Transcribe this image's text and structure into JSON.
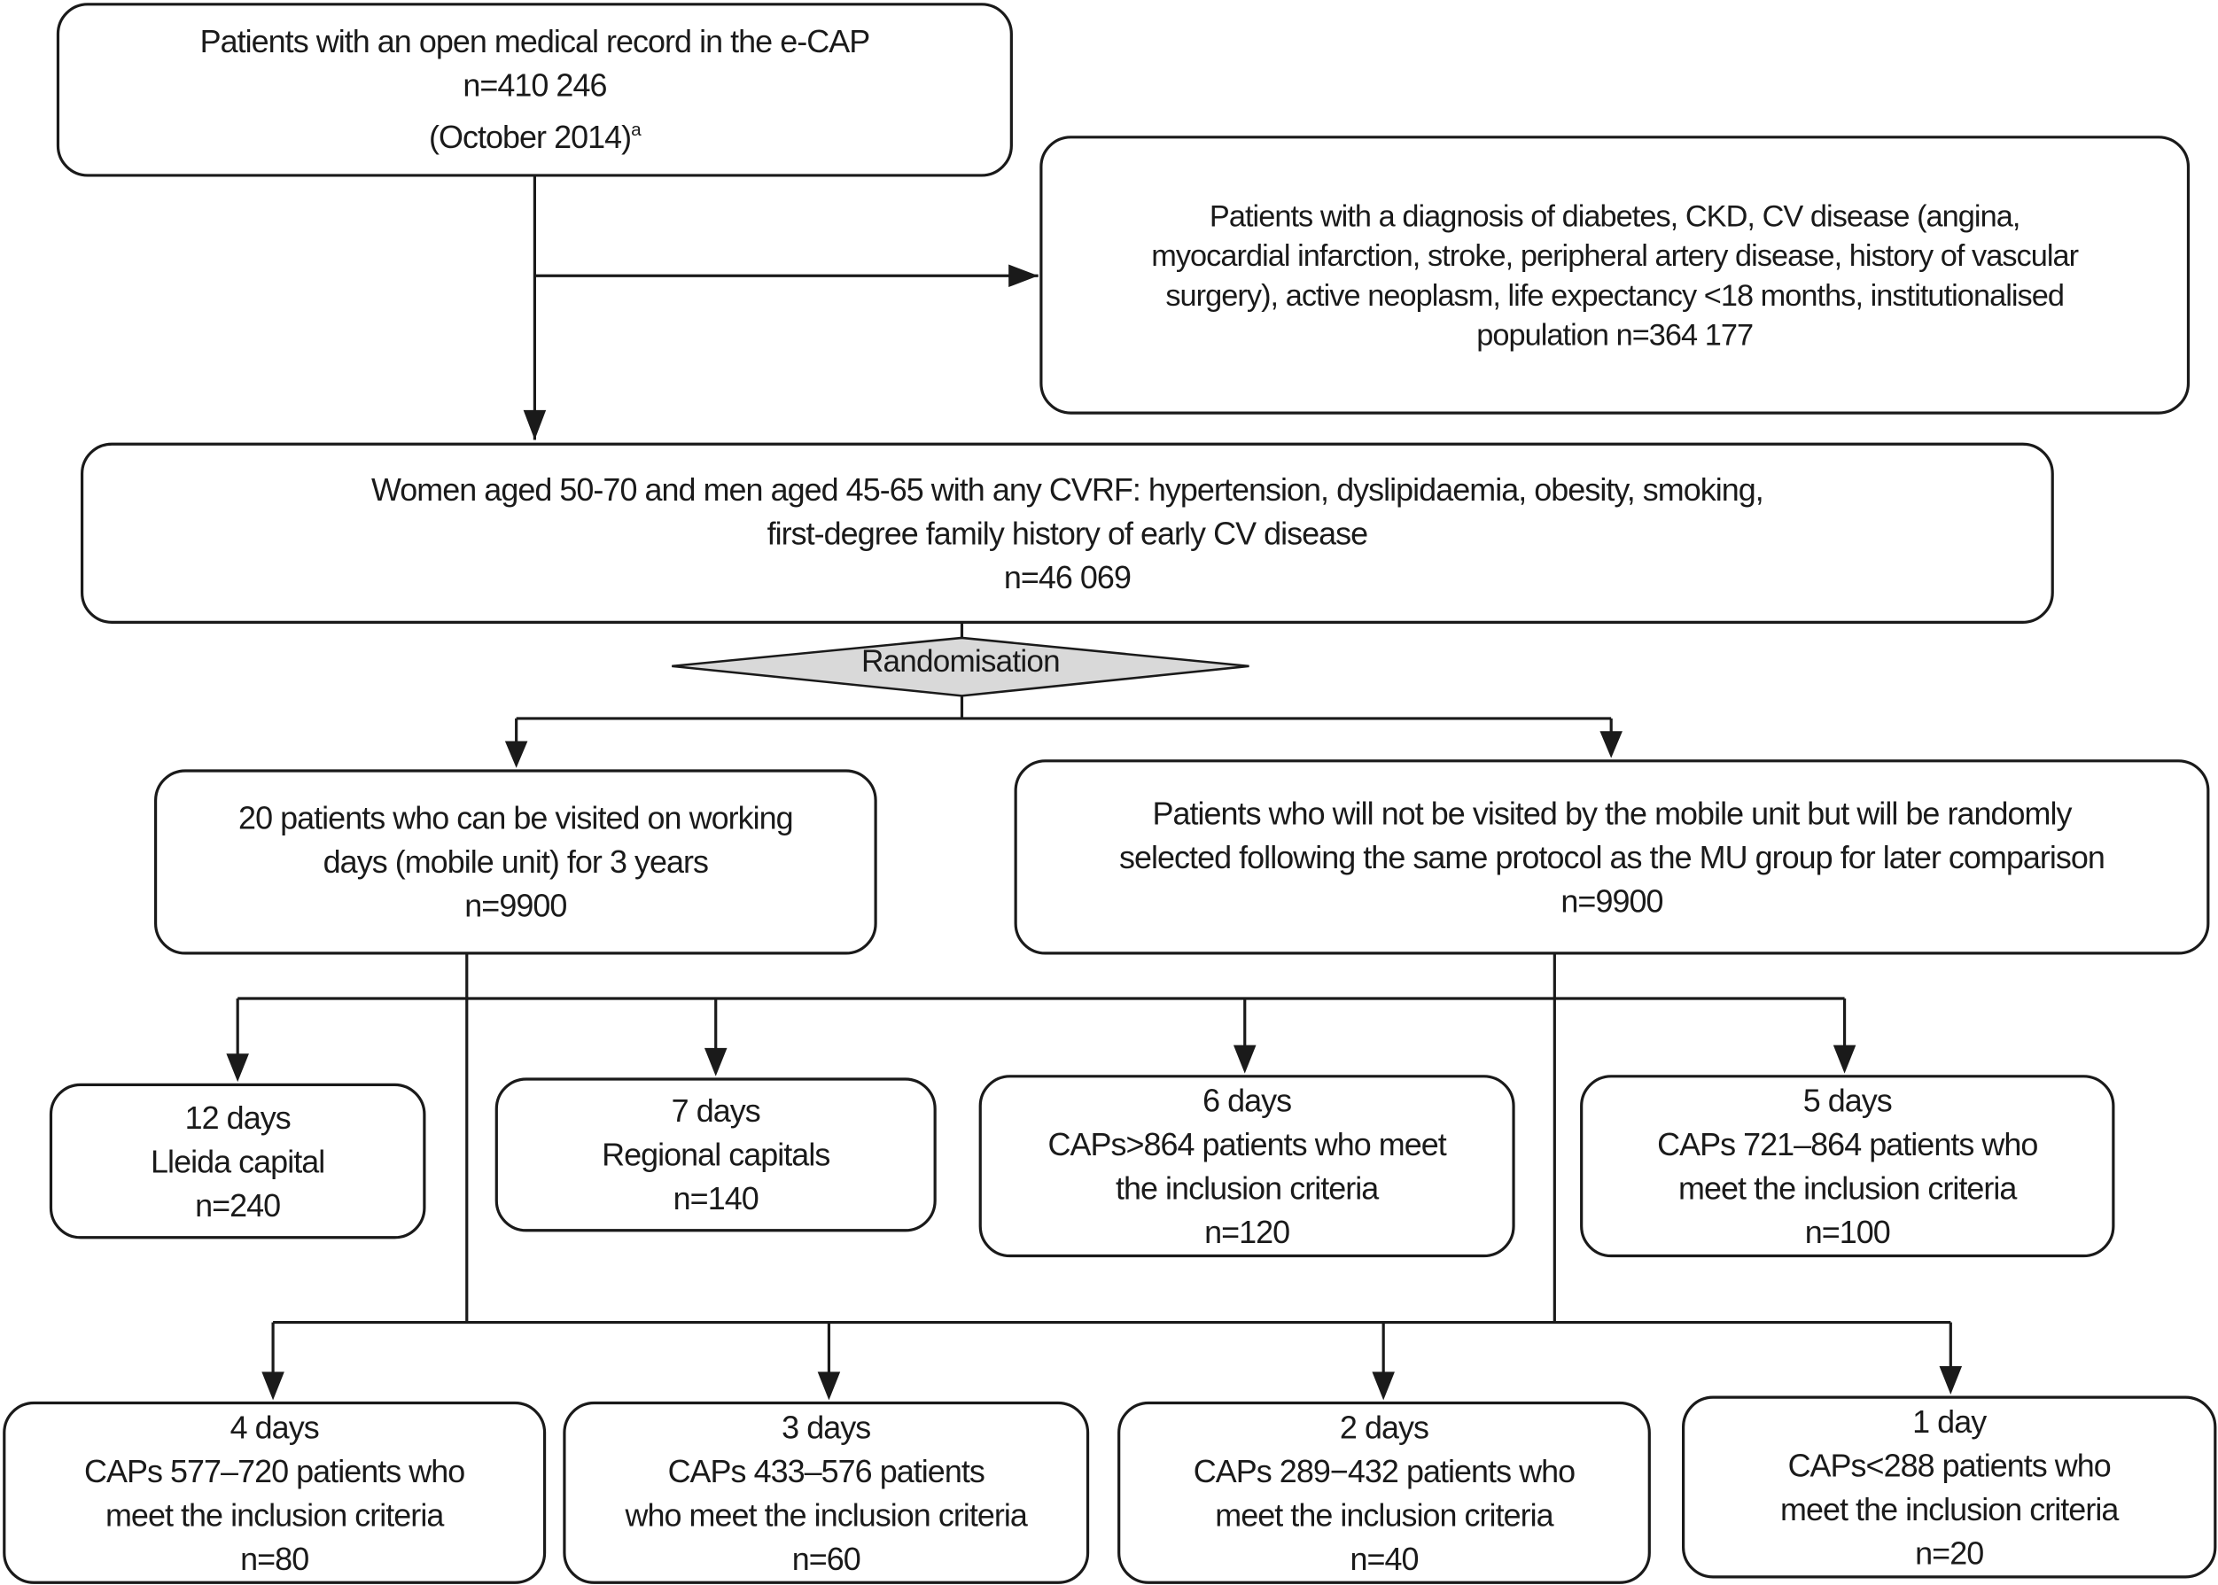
{
  "source": {
    "lines": [
      "Patients with an open medical record in the e-CAP",
      "n=410 246",
      "(October 2014)"
    ],
    "footnote_marker": "a"
  },
  "excluded": {
    "lines": [
      "Patients with a diagnosis of diabetes, CKD, CV disease (angina,",
      "myocardial infarction, stroke, peripheral artery disease, history of vascular",
      "surgery), active neoplasm, life expectancy <18 months, institutionalised",
      "population n=364 177"
    ]
  },
  "eligible": {
    "lines": [
      "Women aged 50-70 and men aged 45-65 with any CVRF: hypertension, dyslipidaemia, obesity, smoking,",
      "first-degree family history of early CV disease",
      "n=46 069"
    ]
  },
  "randomisation": {
    "label": "Randomisation",
    "fill": "#d9d9d9"
  },
  "arm_mobile": {
    "lines": [
      "20 patients who can be visited on working",
      "days (mobile unit) for 3 years",
      "n=9900"
    ]
  },
  "arm_control": {
    "lines": [
      "Patients who will not be visited by the mobile unit but will be randomly",
      "selected following the same protocol as the MU group for later comparison",
      "n=9900"
    ]
  },
  "groups_row1": [
    {
      "lines": [
        "12 days",
        "Lleida capital",
        "n=240"
      ]
    },
    {
      "lines": [
        "7 days",
        "Regional capitals",
        "n=140"
      ]
    },
    {
      "lines": [
        "6 days",
        "CAPs>864 patients who meet",
        "the inclusion criteria",
        "n=120"
      ]
    },
    {
      "lines": [
        "5 days",
        "CAPs 721–864 patients who",
        "meet the inclusion criteria",
        "n=100"
      ]
    }
  ],
  "groups_row2": [
    {
      "lines": [
        "4 days",
        "CAPs 577–720 patients who",
        "meet the inclusion criteria",
        "n=80"
      ]
    },
    {
      "lines": [
        "3 days",
        "CAPs 433–576 patients",
        "who meet the inclusion criteria",
        "n=60"
      ]
    },
    {
      "lines": [
        "2 days",
        "CAPs 289−432 patients who",
        "meet the inclusion criteria",
        "n=40"
      ]
    },
    {
      "lines": [
        "1 day",
        "CAPs<288 patients who",
        "meet the inclusion criteria",
        "n=20"
      ]
    }
  ]
}
